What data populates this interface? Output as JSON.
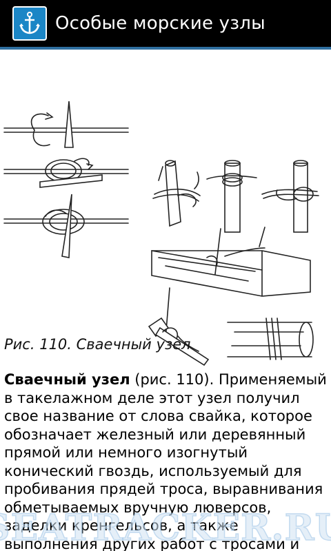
{
  "app_bar": {
    "title": "Особые морские узлы",
    "icon": "anchor-icon",
    "accent": "#2f6fa0"
  },
  "figure": {
    "caption": "Рис. 110. Сваечный узел"
  },
  "article": {
    "lead_bold": "Сваечный узел",
    "paragraph": " (рис. 110). Применяемый в такелажном деле этот узел получил свое название от слова свайка, которое обозначает железный или деревянный прямой или немного изогнутый конический гвоздь, используемый для пробивания прядей троса, выравнивания обметываемых вручную люверсов, заделки кренгельсов, а также выполнения других работ с тросами и парусиной. Для"
  },
  "watermark": {
    "text": "SEATRACKER.RU"
  }
}
